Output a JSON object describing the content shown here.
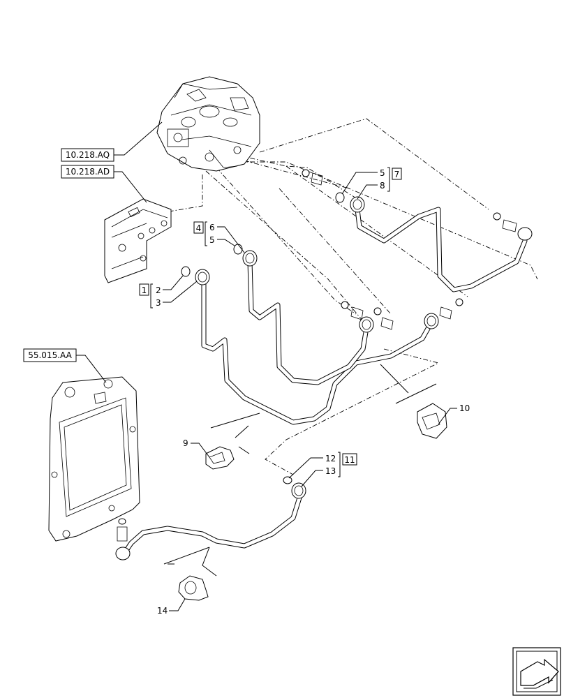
{
  "references": {
    "pump": "10.218.AQ",
    "bracket": "10.218.AD",
    "ecu": "55.015.AA"
  },
  "callouts": {
    "n1": "1",
    "n2": "2",
    "n3": "3",
    "n4": "4",
    "n5a": "5",
    "n5b": "5",
    "n6": "6",
    "n7": "7",
    "n8": "8",
    "n9": "9",
    "n10": "10",
    "n11": "11",
    "n12": "12",
    "n13": "13",
    "n14": "14"
  },
  "icons": {
    "nav": "arrow-navigation-icon"
  }
}
